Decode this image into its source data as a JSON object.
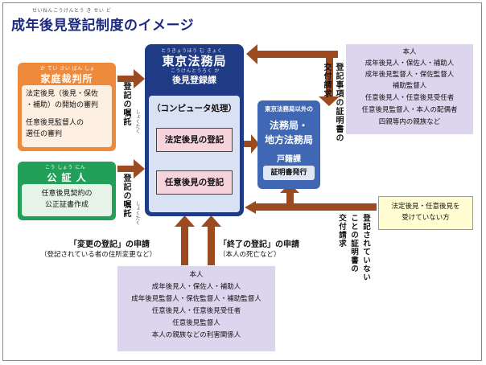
{
  "title": {
    "ruby": "せいねんこうけんとう き せい ど",
    "text": "成年後見登記制度のイメージ"
  },
  "family_court": {
    "ruby": "か てい さい ばん しょ",
    "title": "家庭裁判所",
    "lines": [
      "法定後見（後見・保佐",
      "・補助）の開始の審判",
      "任意後見監督人の",
      "選任の審判"
    ]
  },
  "notary": {
    "ruby": "こう しょう にん",
    "title": "公 証 人",
    "lines": [
      "任意後見契約の",
      "公正証書作成"
    ]
  },
  "commission1": {
    "text": "登記の嘱託",
    "ruby": "しょくたく"
  },
  "commission2": {
    "text": "登記の嘱託",
    "ruby": "しょくたく"
  },
  "tokyo": {
    "ruby1": "とうきょうほう む きょく",
    "name": "東京法務局",
    "ruby2": "こうけんとうろく か",
    "dept": "後見登録課",
    "process": "（コンピュータ処理）",
    "reg1": "法定後見の登記",
    "reg2": "任意後見の登記"
  },
  "local": {
    "header": "東京法務局以外の",
    "name1": "法務局・",
    "name2": "地方法務局",
    "section": "戸籍課",
    "issue": "証明書発行"
  },
  "request_label1": "登記事項の証明書の",
  "request_label2": "交付請求",
  "applicants_top": [
    "本人",
    "成年後見人・保佐人・補助人",
    "成年後見監督人・保佐監督人",
    "補助監督人",
    "任意後見人・任意後見受任者",
    "任意後見監督人・本人の配偶者",
    "四親等内の親族など"
  ],
  "not_registered": [
    "法定後見・任意後見を",
    "受けていない方"
  ],
  "nonreg_label1": "登記されていない",
  "nonreg_label2": "ことの証明書の",
  "nonreg_label3": "交付請求",
  "change_reg": {
    "title": "「変更の登記」の申請",
    "note": "（登記されている者の住所変更など）"
  },
  "end_reg": {
    "title": "「終了の登記」の申請",
    "note": "（本人の死亡など）"
  },
  "applicants_bottom": [
    "本人",
    "成年後見人・保佐人・補助人",
    "成年後見監督人・保佐監督人・補助監督人",
    "任意後見人・任意後見受任者",
    "任意後見監督人",
    "本人の親族などの利害関係人"
  ],
  "colors": {
    "navy": "#1f3b86",
    "blue": "#3f67b4",
    "orange": "#ee8a3c",
    "green": "#22a05a",
    "brown": "#9c4a1f",
    "lavender": "#ddd5ee",
    "pink": "#f7d3dd",
    "yellow": "#fffdd1"
  }
}
